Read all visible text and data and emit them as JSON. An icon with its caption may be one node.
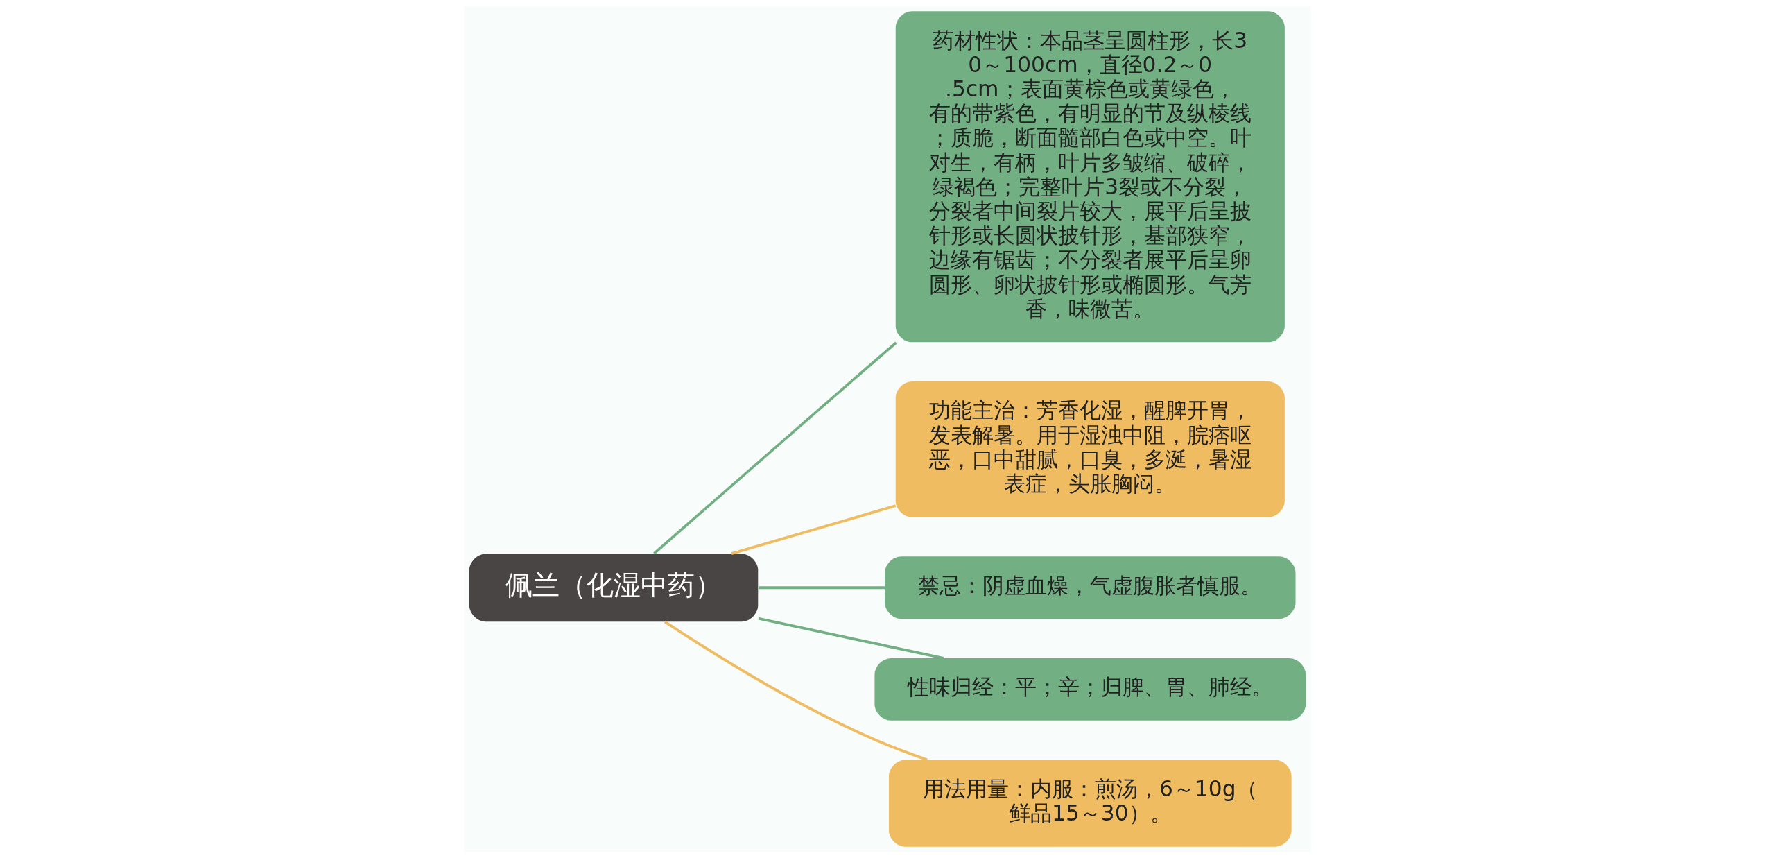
{
  "diagram": {
    "nodes": [
      {
        "text": [
          "佩兰（化湿中药）"
        ]
      },
      {
        "text": [
          "药材性状：本品茎呈圆柱形，长30～100cm，直径0.2～0.5cm；表面黄棕色或黄绿色，有的带紫色，有明显的节及纵棱线；质脆，断面髓部白色或中空。叶对生，有柄，叶片多皱缩、破碎，绿褐色；完整叶片3裂或不分裂，分裂者中间裂片较大，展平后呈披针形或长圆状披针形，基部狭窄，边缘有锯齿；不分裂者展平后呈卵圆形、卵状披针形或椭圆形。气芳香，味微苦。"
        ]
      },
      {
        "text": [
          "功能主治：芳香化湿，醒脾开胃，发表解暑。用于湿浊中阻，脘痞呕恶，口中甜腻，口臭，多涎，暑湿表症，头胀胸闷。"
        ]
      },
      {
        "text": [
          "禁忌：阴虚血燥，气虚腹胀者慎服。"
        ]
      },
      {
        "text": [
          "性味归经：平；辛；归脾、胃、肺经。"
        ]
      },
      {
        "text": [
          "用法用量：内服：煎汤，6～10g（鲜品15～30）。"
        ]
      }
    ],
    "edges": [
      {
        "from": 0,
        "to": 1,
        "arrow": "none"
      },
      {
        "from": 0,
        "to": 2,
        "arrow": "none",
        "color": "#f0bc62"
      },
      {
        "from": 0,
        "to": 3,
        "arrow": "none"
      },
      {
        "from": 0,
        "to": 4,
        "arrow": "none"
      },
      {
        "from": 0,
        "to": 5,
        "arrow": "none",
        "color": "#f0bc62"
      }
    ]
  }
}
